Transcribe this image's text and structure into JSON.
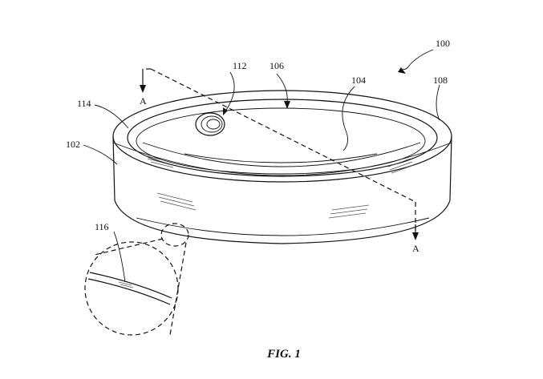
{
  "figure": {
    "caption": "FIG. 1",
    "labels": {
      "ref_100": "100",
      "ref_102": "102",
      "ref_104": "104",
      "ref_106": "106",
      "ref_108": "108",
      "ref_112": "112",
      "ref_114": "114",
      "ref_116": "116",
      "section_a_top": "A",
      "section_a_bottom": "A"
    }
  }
}
